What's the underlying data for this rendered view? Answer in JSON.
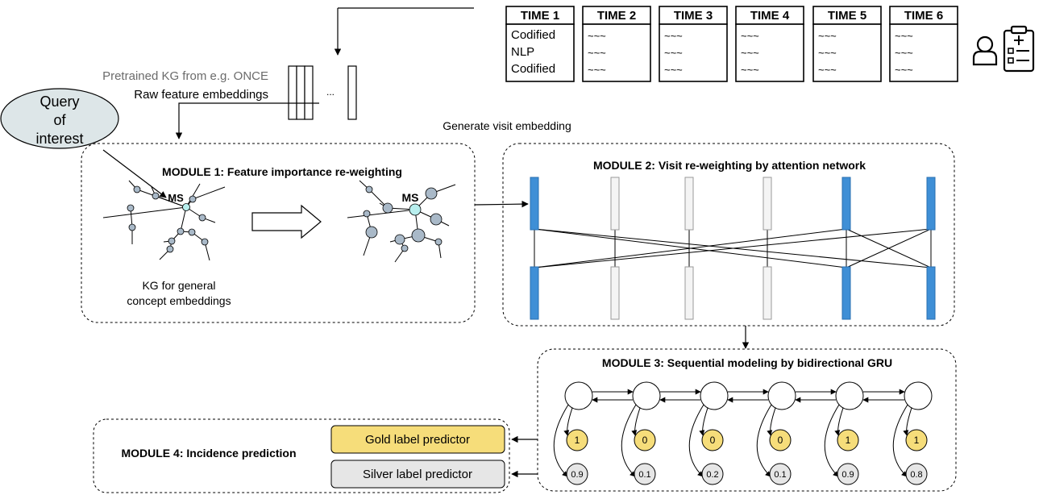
{
  "timeline": {
    "headers": [
      "TIME 1",
      "TIME 2",
      "TIME 3",
      "TIME 4",
      "TIME 5",
      "TIME 6"
    ],
    "first_column_rows": [
      "Codified",
      "NLP",
      "Codified"
    ],
    "squiggle": "~~~"
  },
  "icons": {
    "patient": "person-icon",
    "record": "clipboard-icon"
  },
  "kg_source": {
    "pretrained_label": "Pretrained KG from e.g. ONCE",
    "raw_label": "Raw feature embeddings",
    "ellipsis": "..."
  },
  "query": {
    "lines": [
      "Query",
      "of",
      "interest"
    ]
  },
  "generate_label": "Generate visit embedding",
  "module1": {
    "title": "MODULE 1: Feature importance re-weighting",
    "node_label": "MS",
    "caption_lines": [
      "KG for general",
      "concept embeddings"
    ]
  },
  "module2": {
    "title": "MODULE 2: Visit re-weighting by attention network",
    "highlighted_visits": [
      1,
      5,
      6
    ]
  },
  "module3": {
    "title": "MODULE 3: Sequential modeling by bidirectional GRU",
    "gold_outputs": [
      "1",
      "0",
      "0",
      "0",
      "1",
      "1"
    ],
    "silver_outputs": [
      "0.9",
      "0.1",
      "0.2",
      "0.1",
      "0.9",
      "0.8"
    ]
  },
  "module4": {
    "title": "MODULE 4: Incidence prediction",
    "gold_label": "Gold label predictor",
    "silver_label": "Silver label predictor"
  },
  "colors": {
    "blue": "#3f8fd6",
    "gold": "#f6dd7a",
    "silver": "#e6e6e6",
    "query_fill": "#dde6e8",
    "kg_node": "#a9b9c8",
    "ms_node": "#b8efee"
  }
}
